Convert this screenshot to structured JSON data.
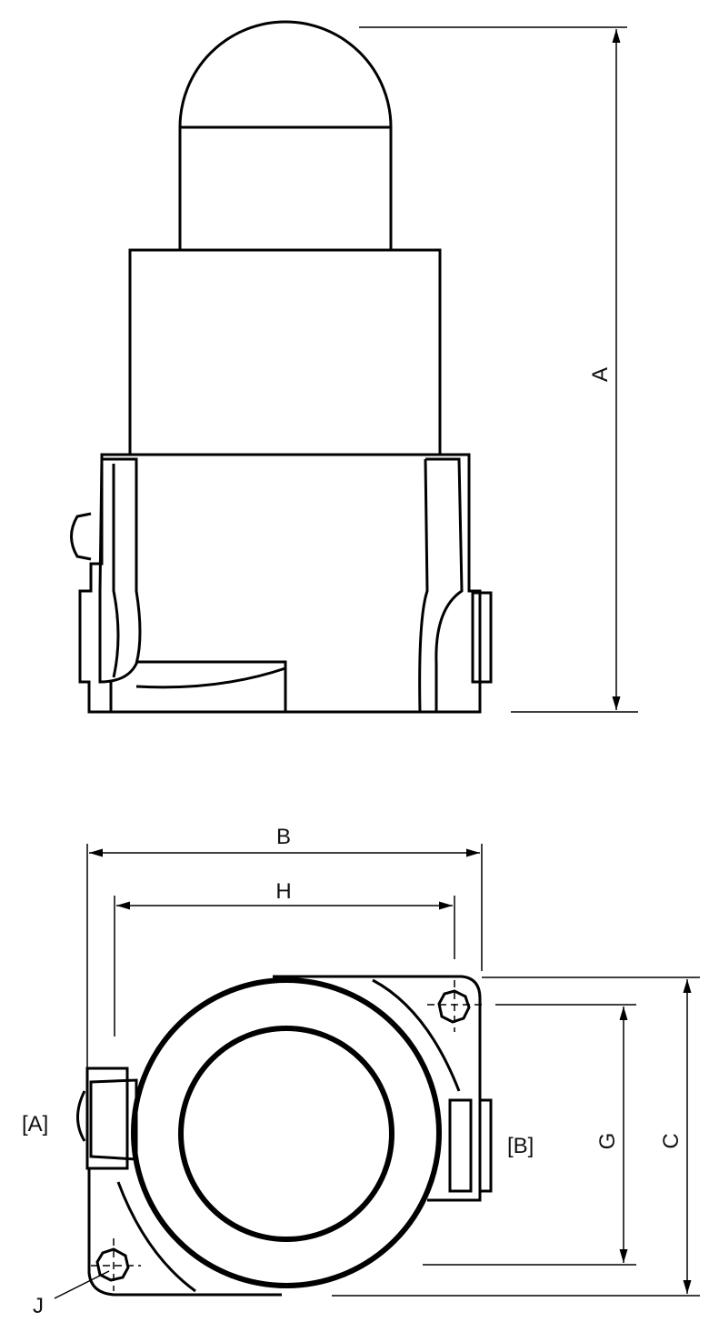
{
  "dimensions": {
    "A": "A",
    "B": "B",
    "H": "H",
    "C": "C",
    "G": "G",
    "J": "J"
  },
  "ports": {
    "left": "[A]",
    "right": "[B]"
  }
}
